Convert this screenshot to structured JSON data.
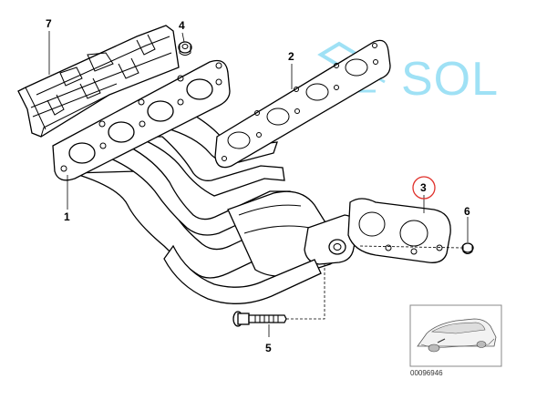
{
  "parts": [
    {
      "number": "1"
    },
    {
      "number": "2"
    },
    {
      "number": "3"
    },
    {
      "number": "4"
    },
    {
      "number": "5"
    },
    {
      "number": "6"
    },
    {
      "number": "7"
    }
  ],
  "highlight": {
    "part": "3",
    "color": "#e0312b"
  },
  "watermark": {
    "text": "SOL",
    "color": "#7fd7f2",
    "icon": "sol-logo-icon"
  },
  "thumbnail": {
    "code": "00096946"
  }
}
